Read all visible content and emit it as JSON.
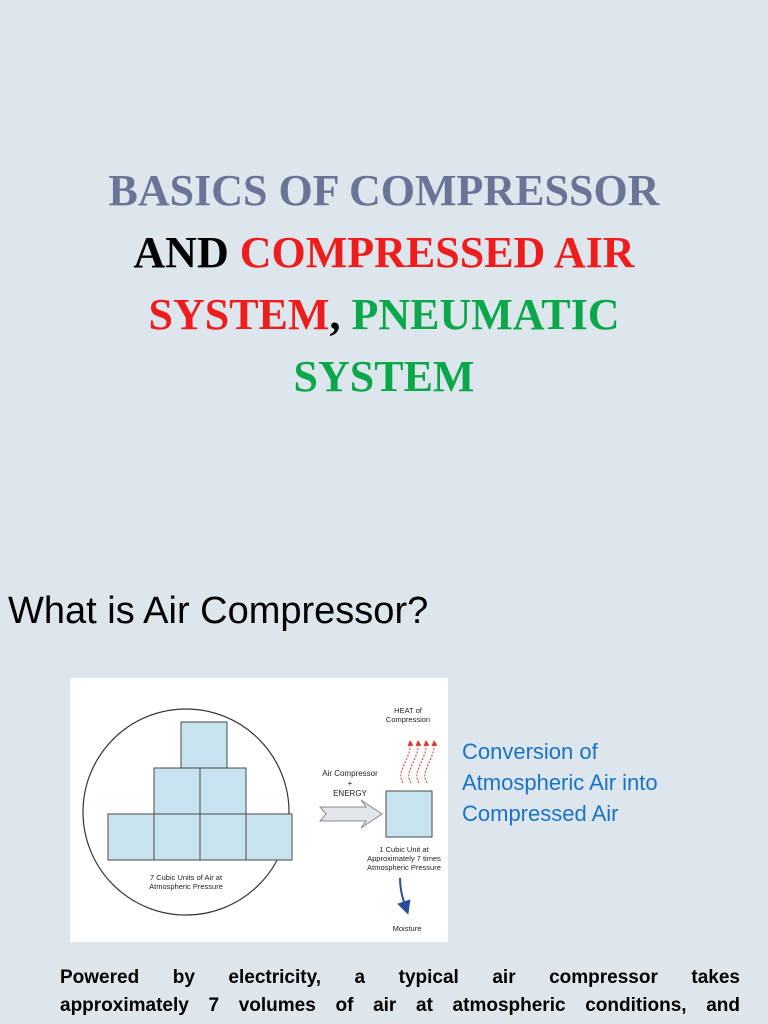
{
  "title": {
    "line1": "BASICS OF COMPRESSOR",
    "and": "AND",
    "compressed_air": "COMPRESSED AIR",
    "system_red": "SYSTEM",
    "comma": ",",
    "pneumatic": "PNEUMATIC",
    "system_green": "SYSTEM"
  },
  "heading": "What is Air Compressor?",
  "diagram": {
    "heat_line1": "HEAT of",
    "heat_line2": "Compression",
    "compressor_line1": "Air Compressor",
    "compressor_line2": "+",
    "compressor_line3": "ENERGY",
    "cubic_left_line1": "7 Cubic Units of Air at",
    "cubic_left_line2": "Atmospheric Pressure",
    "cubic_right_line1": "1 Cubic Unit at",
    "cubic_right_line2": "Approximately 7 times",
    "cubic_right_line3": "Atmospheric Pressure",
    "moisture": "Moisture",
    "cube_fill": "#c7e3ef",
    "cube_stroke": "#4a4a4a"
  },
  "caption": {
    "line1": "Conversion of",
    "line2": "Atmospheric Air into",
    "line3": "Compressed Air"
  },
  "paragraph": {
    "line1": "Powered by electricity, a typical air compressor takes",
    "line2": "approximately 7 volumes of air at atmospheric conditions, and"
  },
  "colors": {
    "background": "#dde6ec",
    "title_slate": "#6b7396",
    "title_red": "#ee1c1c",
    "title_green": "#0aa84a",
    "caption_blue": "#1873c8"
  }
}
